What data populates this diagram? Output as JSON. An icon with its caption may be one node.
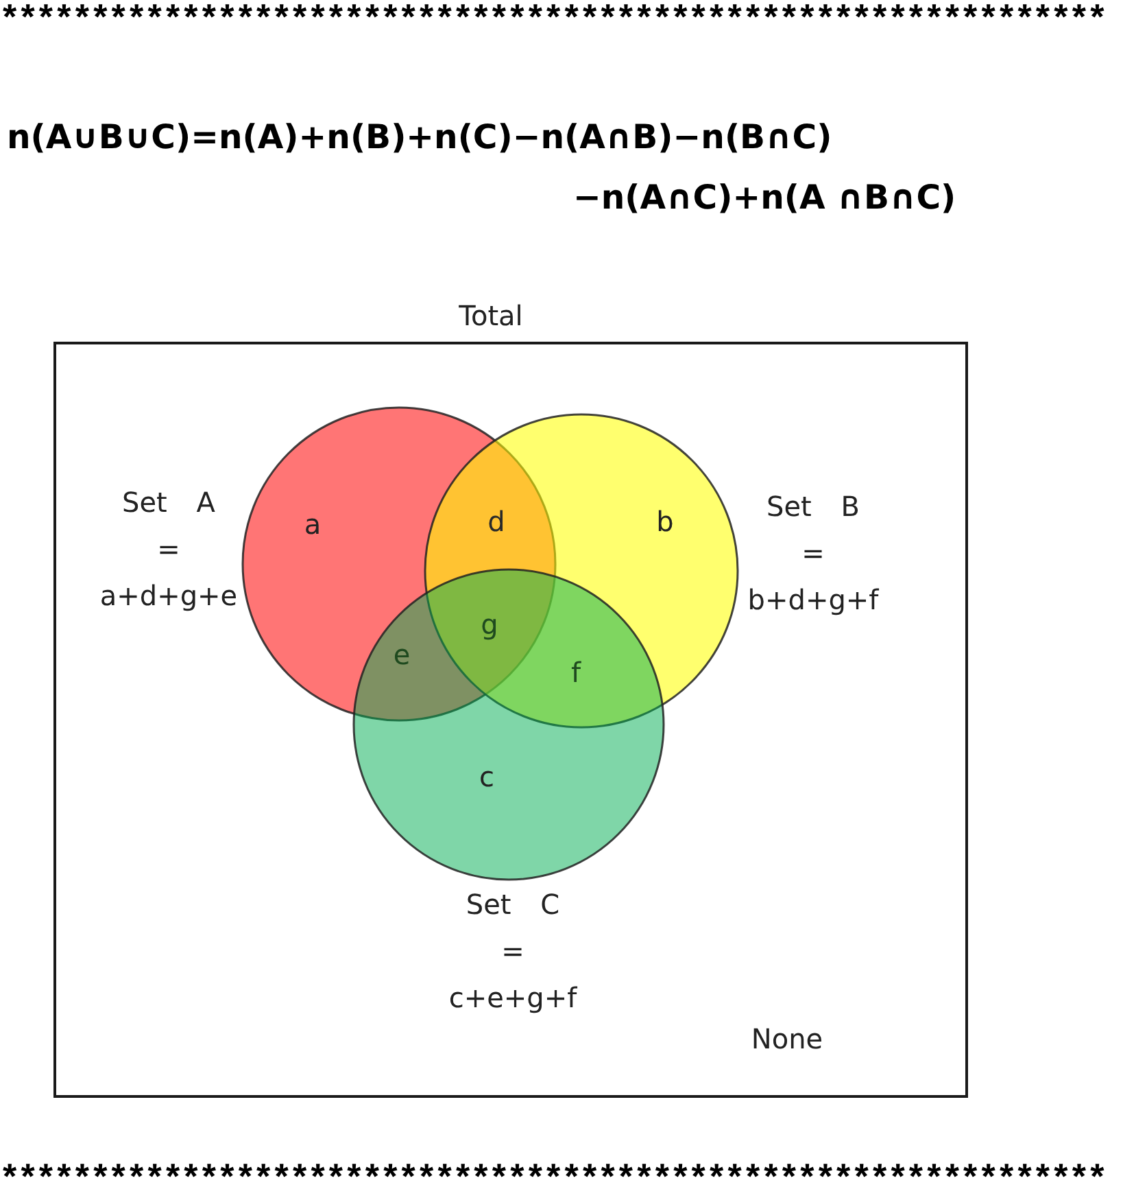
{
  "diagram": {
    "title": "n(A∪B∪C)=n(A)+n(B)+n(C)−n(A∩B)−n(B∩C) −n(A∩C)+n(A ∩B∩C)",
    "nodes": [
      {
        "text": [
          "Total"
        ]
      },
      {
        "text": [
          "a"
        ],
        "in": 0,
        "beside": [
          "Set A = a+d+g+e"
        ]
      },
      {
        "text": [
          "b"
        ],
        "in": 0,
        "beside": [
          "Set B = b+d+g+f"
        ]
      },
      {
        "text": [
          "c"
        ],
        "in": 0,
        "beside": [
          "Set C = c+e+g+f"
        ]
      }
    ],
    "labels": [
      "*************************************************************",
      "d",
      "g",
      "e",
      "f",
      "None",
      "*************************************************************"
    ]
  }
}
